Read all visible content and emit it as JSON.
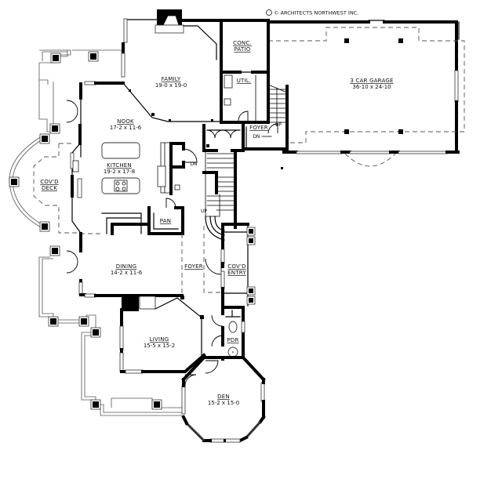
{
  "copyright": "© ARCHITECTS NORTHWEST INC.",
  "rooms": [
    {
      "id": "family",
      "name": "FAMILY",
      "dims": "19-0 x 19-0"
    },
    {
      "id": "conc-patio",
      "name": "CONC. PATIO",
      "name_line1": "CONC.",
      "name_line2": "PATIO"
    },
    {
      "id": "util",
      "name": "UTIL."
    },
    {
      "id": "garage",
      "name": "3 CAR GARAGE",
      "dims": "36-10 x 24-10"
    },
    {
      "id": "nook",
      "name": "NOOK",
      "dims": "17-2 x 11-6"
    },
    {
      "id": "kitchen",
      "name": "KITCHEN",
      "dims": "19-2 x 17-8"
    },
    {
      "id": "covd-deck",
      "name": "COV'D DECK",
      "name_line1": "COV'D",
      "name_line2": "DECK"
    },
    {
      "id": "pan",
      "name": "PAN"
    },
    {
      "id": "foyer-upper",
      "name": "FOYER"
    },
    {
      "id": "dining",
      "name": "DINING",
      "dims": "14-2 x 11-6"
    },
    {
      "id": "foyer",
      "name": "FOYER"
    },
    {
      "id": "covd-entry",
      "name": "COV'D ENTRY",
      "name_line1": "COV'D",
      "name_line2": "ENTRY"
    },
    {
      "id": "living",
      "name": "LIVING",
      "dims": "15-5 x 15-2"
    },
    {
      "id": "pdr",
      "name": "PDR"
    },
    {
      "id": "den",
      "name": "DEN",
      "dims": "15-2 x 15-0"
    }
  ],
  "stair_labels": {
    "garage_up": "UP",
    "foyer_dn": "DN",
    "kitchen_dn": "DN",
    "main_up": "UP"
  },
  "colors": {
    "wall": "#000000",
    "background": "#ffffff",
    "dashed": "#555555"
  }
}
